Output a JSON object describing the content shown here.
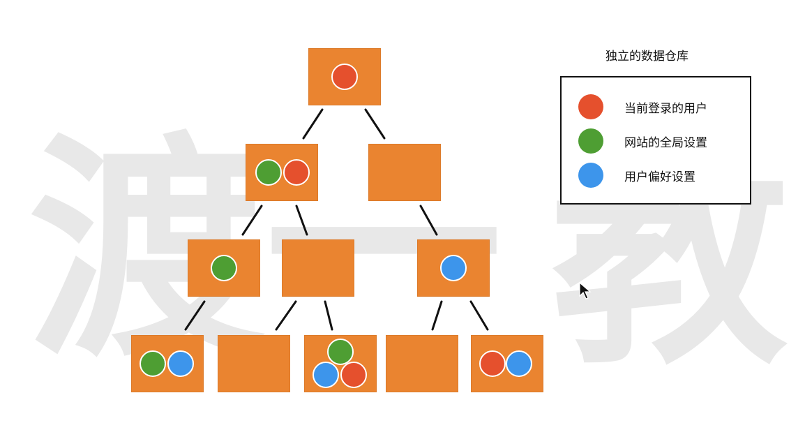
{
  "watermark": {
    "big_chars": [
      "渡",
      "一",
      "教"
    ]
  },
  "tree": {
    "levels": [
      [
        {
          "dots": [
            "red"
          ]
        }
      ],
      [
        {
          "dots": [
            "green",
            "red"
          ]
        },
        {
          "dots": []
        }
      ],
      [
        {
          "dots": [
            "green"
          ]
        },
        {
          "dots": []
        },
        {
          "dots": [
            "blue"
          ]
        }
      ],
      [
        {
          "dots": [
            "green",
            "blue"
          ]
        },
        {
          "dots": []
        },
        {
          "dots": [
            "green",
            "blue",
            "red"
          ]
        },
        {
          "dots": []
        },
        {
          "dots": [
            "red",
            "blue"
          ]
        }
      ]
    ]
  },
  "legend": {
    "title": "独立的数据仓库",
    "items": [
      {
        "label": "当前登录的用户",
        "color": "#e5502d"
      },
      {
        "label": "网站的全局设置",
        "color": "#4e9e33"
      },
      {
        "label": "用户偏好设置",
        "color": "#3d95eb"
      }
    ]
  },
  "colors": {
    "node": "#ea8430",
    "red": "#e5502d",
    "green": "#4e9e33",
    "blue": "#3d95eb"
  }
}
